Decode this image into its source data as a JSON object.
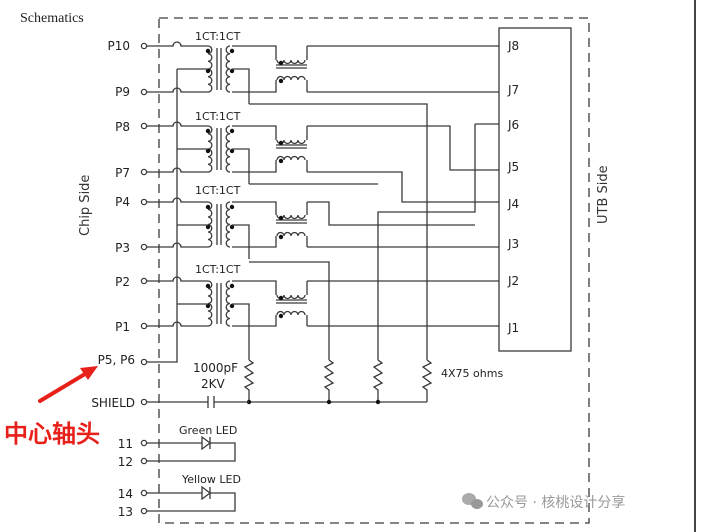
{
  "title": "Schematics",
  "chip_side_label": "Chip Side",
  "utb_side_label": "UTB Side",
  "transformer_ratio_labels": [
    "1CT:1CT",
    "1CT:1CT",
    "1CT:1CT",
    "1CT:1CT"
  ],
  "chip_pins": [
    {
      "label": "P10"
    },
    {
      "label": "P9"
    },
    {
      "label": "P8"
    },
    {
      "label": "P7"
    },
    {
      "label": "P4"
    },
    {
      "label": "P3"
    },
    {
      "label": "P2"
    },
    {
      "label": "P1"
    }
  ],
  "center_tap_pin": "P5, P6",
  "shield_pin": "SHIELD",
  "capacitor": {
    "value": "1000pF",
    "voltage": "2KV"
  },
  "resistor_label": "4X75  ohms",
  "connector_pins": [
    "J8",
    "J7",
    "J6",
    "J5",
    "J4",
    "J3",
    "J2",
    "J1"
  ],
  "leds": [
    {
      "label": "Green  LED",
      "pins": [
        "11",
        "12"
      ]
    },
    {
      "label": "Yellow  LED",
      "pins": [
        "14",
        "13"
      ]
    }
  ],
  "annotation": {
    "text": "中心轴头",
    "color": "#e8201a"
  },
  "watermark": "公众号 · 核桃设计分享",
  "colors": {
    "wire": "#3a3a3a",
    "annotation": "#e8201a",
    "watermark": "#9a9a9a"
  }
}
